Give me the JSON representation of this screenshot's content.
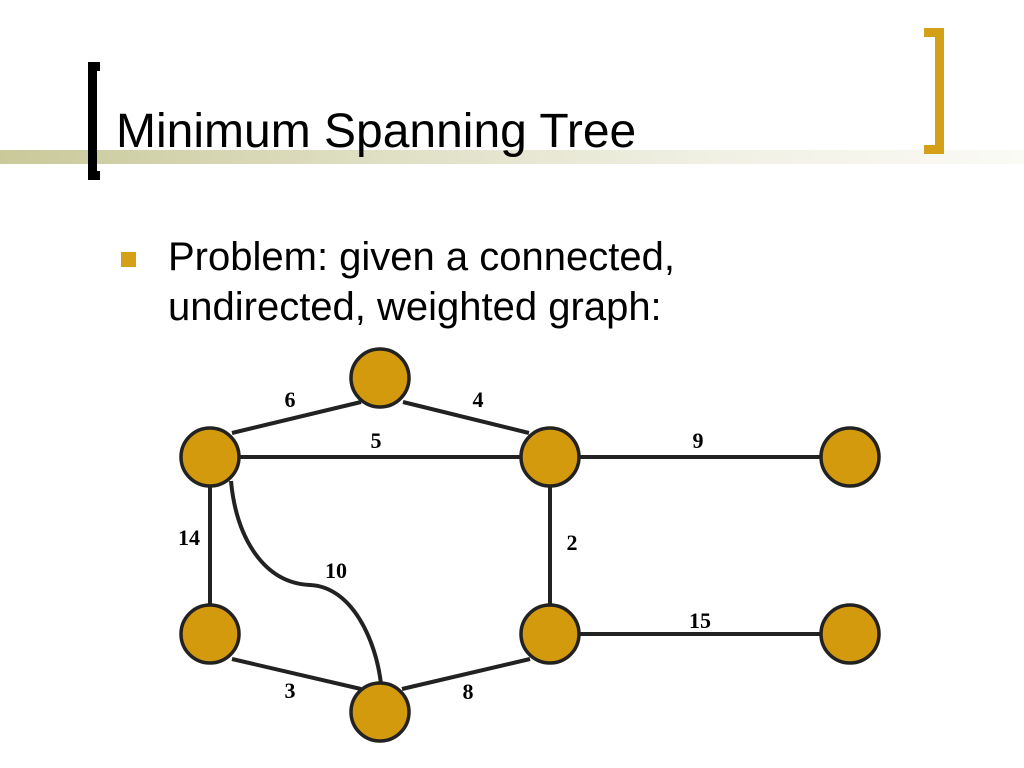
{
  "slide": {
    "title": "Minimum Spanning Tree",
    "bullet": "Problem: given a connected, undirected, weighted graph:"
  },
  "colors": {
    "accent": "#d4a017",
    "node_fill": "#d39a0d",
    "edge": "#222222"
  },
  "graph": {
    "nodes": [
      "top",
      "upper-left",
      "upper-middle",
      "upper-right",
      "lower-left",
      "lower-middle",
      "bottom",
      "lower-right"
    ],
    "edges": [
      {
        "id": "top-upperleft",
        "from": "top",
        "to": "upper-left",
        "weight": "6"
      },
      {
        "id": "top-uppermiddle",
        "from": "top",
        "to": "upper-middle",
        "weight": "4"
      },
      {
        "id": "upperleft-uppermiddle",
        "from": "upper-left",
        "to": "upper-middle",
        "weight": "5"
      },
      {
        "id": "uppermiddle-upperright",
        "from": "upper-middle",
        "to": "upper-right",
        "weight": "9"
      },
      {
        "id": "upperleft-lowerleft",
        "from": "upper-left",
        "to": "lower-left",
        "weight": "14"
      },
      {
        "id": "upperleft-bottom",
        "from": "upper-left",
        "to": "bottom",
        "weight": "10"
      },
      {
        "id": "uppermiddle-lowermiddle",
        "from": "upper-middle",
        "to": "lower-middle",
        "weight": "2"
      },
      {
        "id": "lowermiddle-lowerright",
        "from": "lower-middle",
        "to": "lower-right",
        "weight": "15"
      },
      {
        "id": "lowerleft-bottom",
        "from": "lower-left",
        "to": "bottom",
        "weight": "3"
      },
      {
        "id": "bottom-lowermiddle",
        "from": "bottom",
        "to": "lower-middle",
        "weight": "8"
      }
    ]
  }
}
